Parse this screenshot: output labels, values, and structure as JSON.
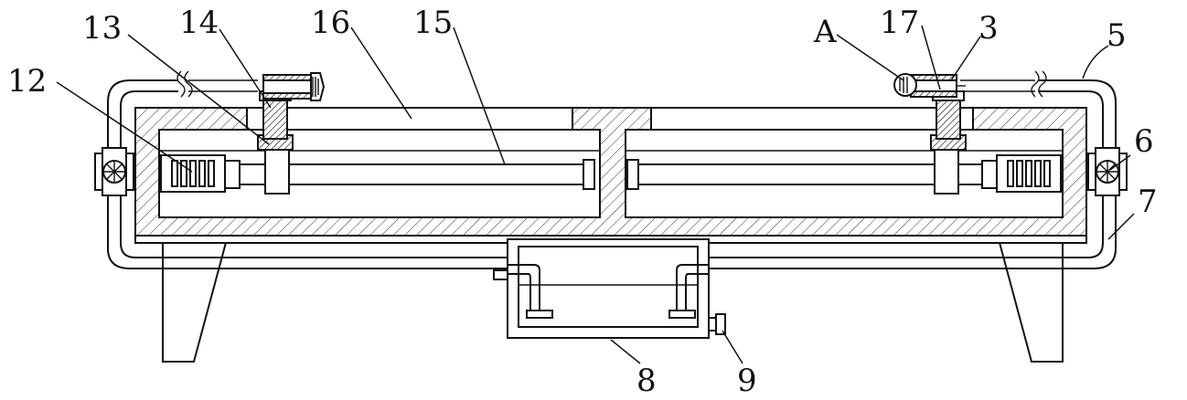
{
  "labels": {
    "l12": "12",
    "l13": "13",
    "l14": "14",
    "l16": "16",
    "l15": "15",
    "lA": "A",
    "l17": "17",
    "l3": "3",
    "l5": "5",
    "l6": "6",
    "l7": "7",
    "l8": "8",
    "l9": "9"
  }
}
